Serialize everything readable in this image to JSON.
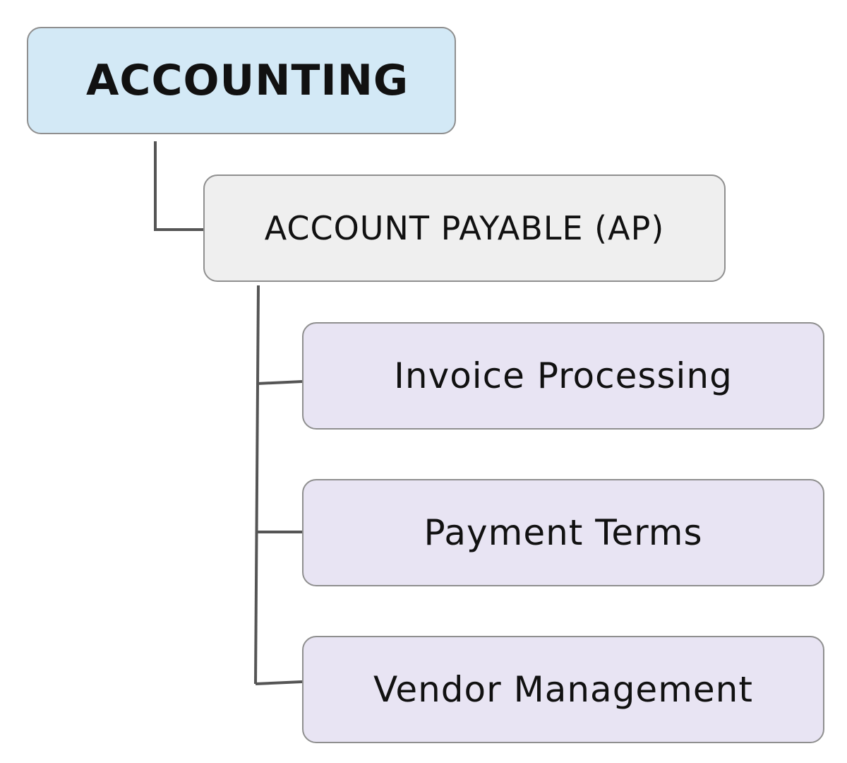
{
  "colors": {
    "root_fill": "#d3e9f6",
    "mid_fill": "#efefef",
    "leaf_fill": "#e8e4f3",
    "border": "#8f8f8f",
    "connector": "#555555",
    "text": "#111111"
  },
  "root": {
    "label": "ACCOUNTING"
  },
  "mid": {
    "label": "ACCOUNT PAYABLE (AP)"
  },
  "leaves": [
    {
      "label": "Invoice Processing"
    },
    {
      "label": "Payment Terms"
    },
    {
      "label": "Vendor Management"
    }
  ]
}
